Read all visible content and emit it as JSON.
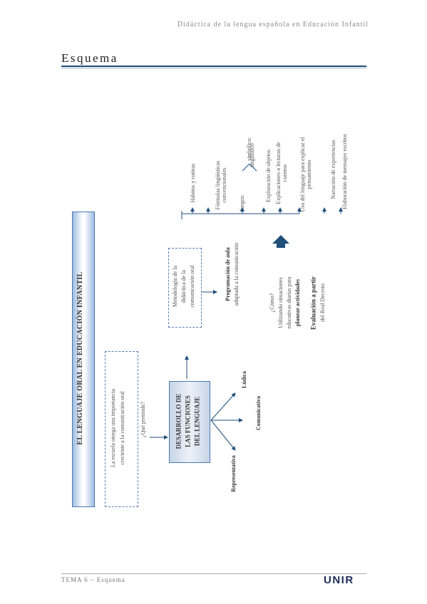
{
  "header": {
    "course_title": "Didáctica de la lengua española en Educación Infantil"
  },
  "section": {
    "title": "Esquema"
  },
  "diagram": {
    "main_title": "EL LENGUAJE ORAL EN EDUCACIÓN INFANTIL",
    "school_note_1": "La escuela otorga una importancia",
    "school_note_2": "creciente a la comunicación oral",
    "question_purpose": "¿Qué pretende?",
    "functions_box_1": "DESARROLLO DE",
    "functions_box_2": "LAS FUNCIONES",
    "functions_box_3": "DEL LENGUAJE",
    "function_representativa": "Representativa",
    "function_comunicativa": "Comunicativa",
    "function_ludica": "Lúdica",
    "methodology_1": "Metodología de la",
    "methodology_2": "didáctica de la",
    "methodology_3": "comunicación oral",
    "programming_1": "Programación de aula",
    "programming_2": "adaptada a la comunicación",
    "how_1": "¿Cómo?",
    "how_2": "Utilizando situaciones",
    "how_3": "educativas diarias para",
    "how_4": "planear actividades",
    "evaluation_1": "Evaluación a partir",
    "evaluation_2": "del Real Decreto",
    "activities": [
      "Hábitos y rutinas",
      "Fórmulas lingüísticas convencionales",
      "Juegos:",
      "Exploración de objetos",
      "Explicaciones o lecturas de cuentos",
      "Uso del lenguaje para explicar el pensamiento",
      "Narración de experiencias",
      "Elaboración de mensajes escritos"
    ],
    "games_types": [
      "simbólico",
      "lingüístico"
    ]
  },
  "footer": {
    "label": "TEMA 6 – Esquema",
    "logo": "UNIR"
  },
  "colors": {
    "accent": "#1f4e79",
    "banner_border": "#4a78b0",
    "banner_fill": "#9dbce0"
  }
}
